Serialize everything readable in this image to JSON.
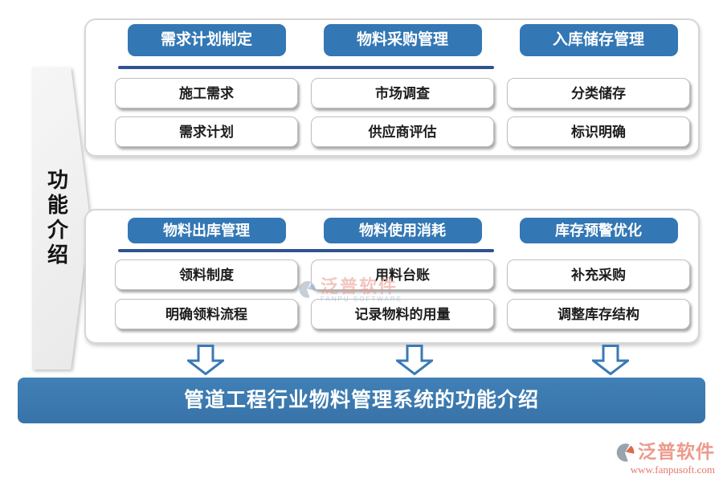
{
  "side_label": "功能介绍",
  "top_panel": {
    "columns": [
      {
        "header": "需求计划制定",
        "items": [
          "施工需求",
          "需求计划"
        ]
      },
      {
        "header": "物料采购管理",
        "items": [
          "市场调查",
          "供应商评估"
        ]
      },
      {
        "header": "入库储存管理",
        "items": [
          "分类储存",
          "标识明确"
        ]
      }
    ]
  },
  "bottom_panel": {
    "columns": [
      {
        "header": "物料出库管理",
        "items": [
          "领料制度",
          "明确领料流程"
        ]
      },
      {
        "header": "物料使用消耗",
        "items": [
          "用料台账",
          "记录物料的用量"
        ]
      },
      {
        "header": "库存预警优化",
        "items": [
          "补充采购",
          "调整库存结构"
        ]
      }
    ]
  },
  "banner": {
    "title": "管道工程行业物料管理系统的功能介绍"
  },
  "watermark": {
    "name": "泛普软件",
    "sub": "FANPU SOFTWARE"
  },
  "logo": {
    "name": "泛普软件",
    "url": "www.fanpusoft.com"
  },
  "colors": {
    "header_blue": "#3377b4",
    "underline_navy": "#2f5291",
    "banner_blue": "#3b78ae",
    "arrow_outline_blue": "#3a79b6",
    "logo_salmon": "#ec9a8c",
    "logo_url_red": "#e4796c"
  }
}
